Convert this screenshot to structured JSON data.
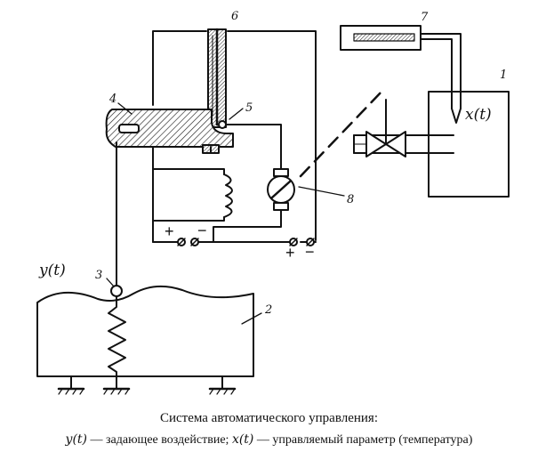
{
  "labels": {
    "n1": "1",
    "n2": "2",
    "n3": "3",
    "n4": "4",
    "n5": "5",
    "n6": "6",
    "n7": "7",
    "n8": "8",
    "x_t": "x(t)",
    "y_t": "y(t)",
    "plus_left": "+",
    "minus_left": "−",
    "plus_right": "+",
    "minus_right": "−"
  },
  "caption": {
    "title": "Система автоматического управления:",
    "y_sym": "y(t)",
    "y_text": " — задающее воздействие; ",
    "x_sym": "x(t)",
    "x_text": " — управляемый параметр (температура)"
  }
}
